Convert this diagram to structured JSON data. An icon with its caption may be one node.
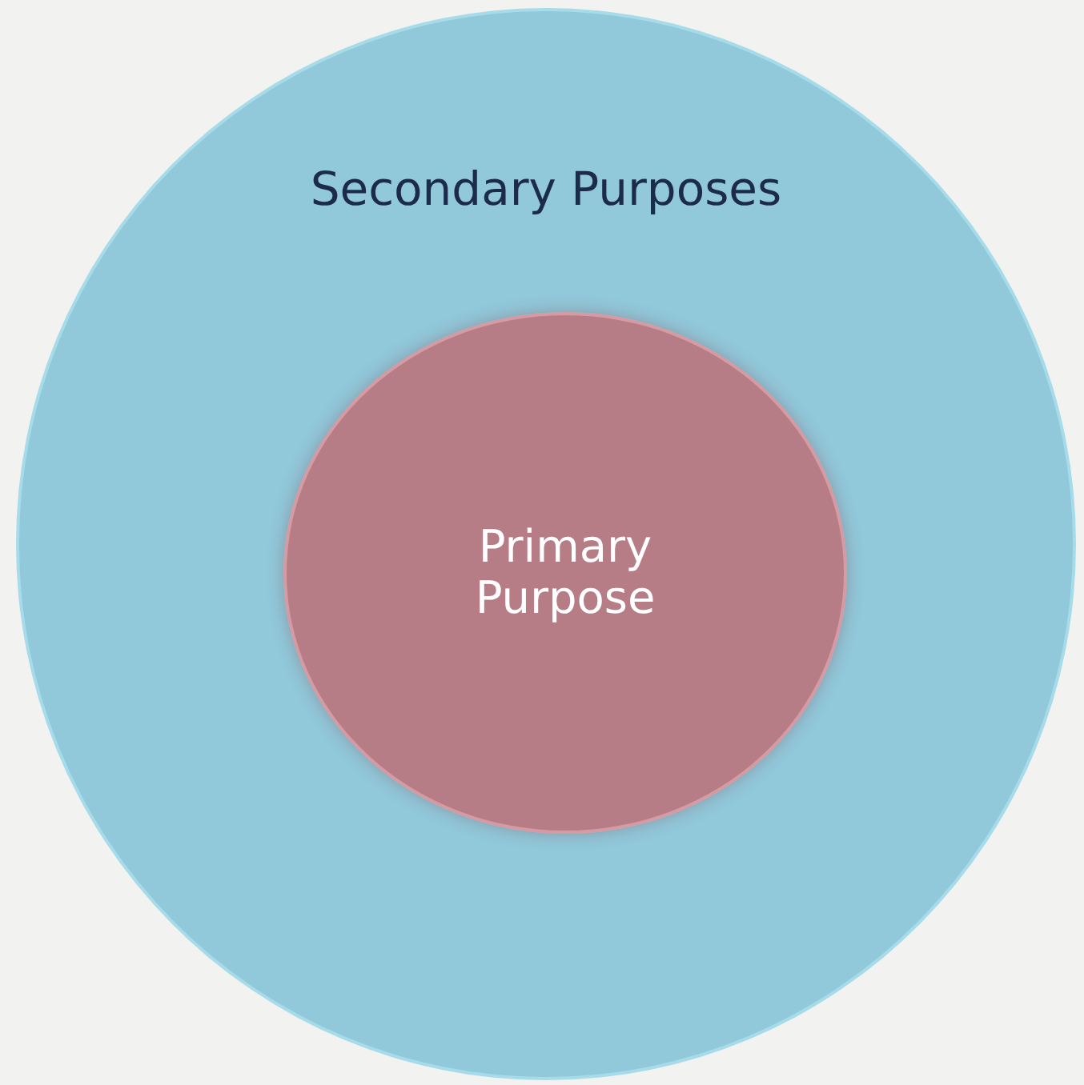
{
  "diagram": {
    "nodes": [
      {
        "text": [
          "Secondary Purposes"
        ]
      },
      {
        "text": [
          "Primary Purpose"
        ],
        "in": 0
      }
    ]
  }
}
